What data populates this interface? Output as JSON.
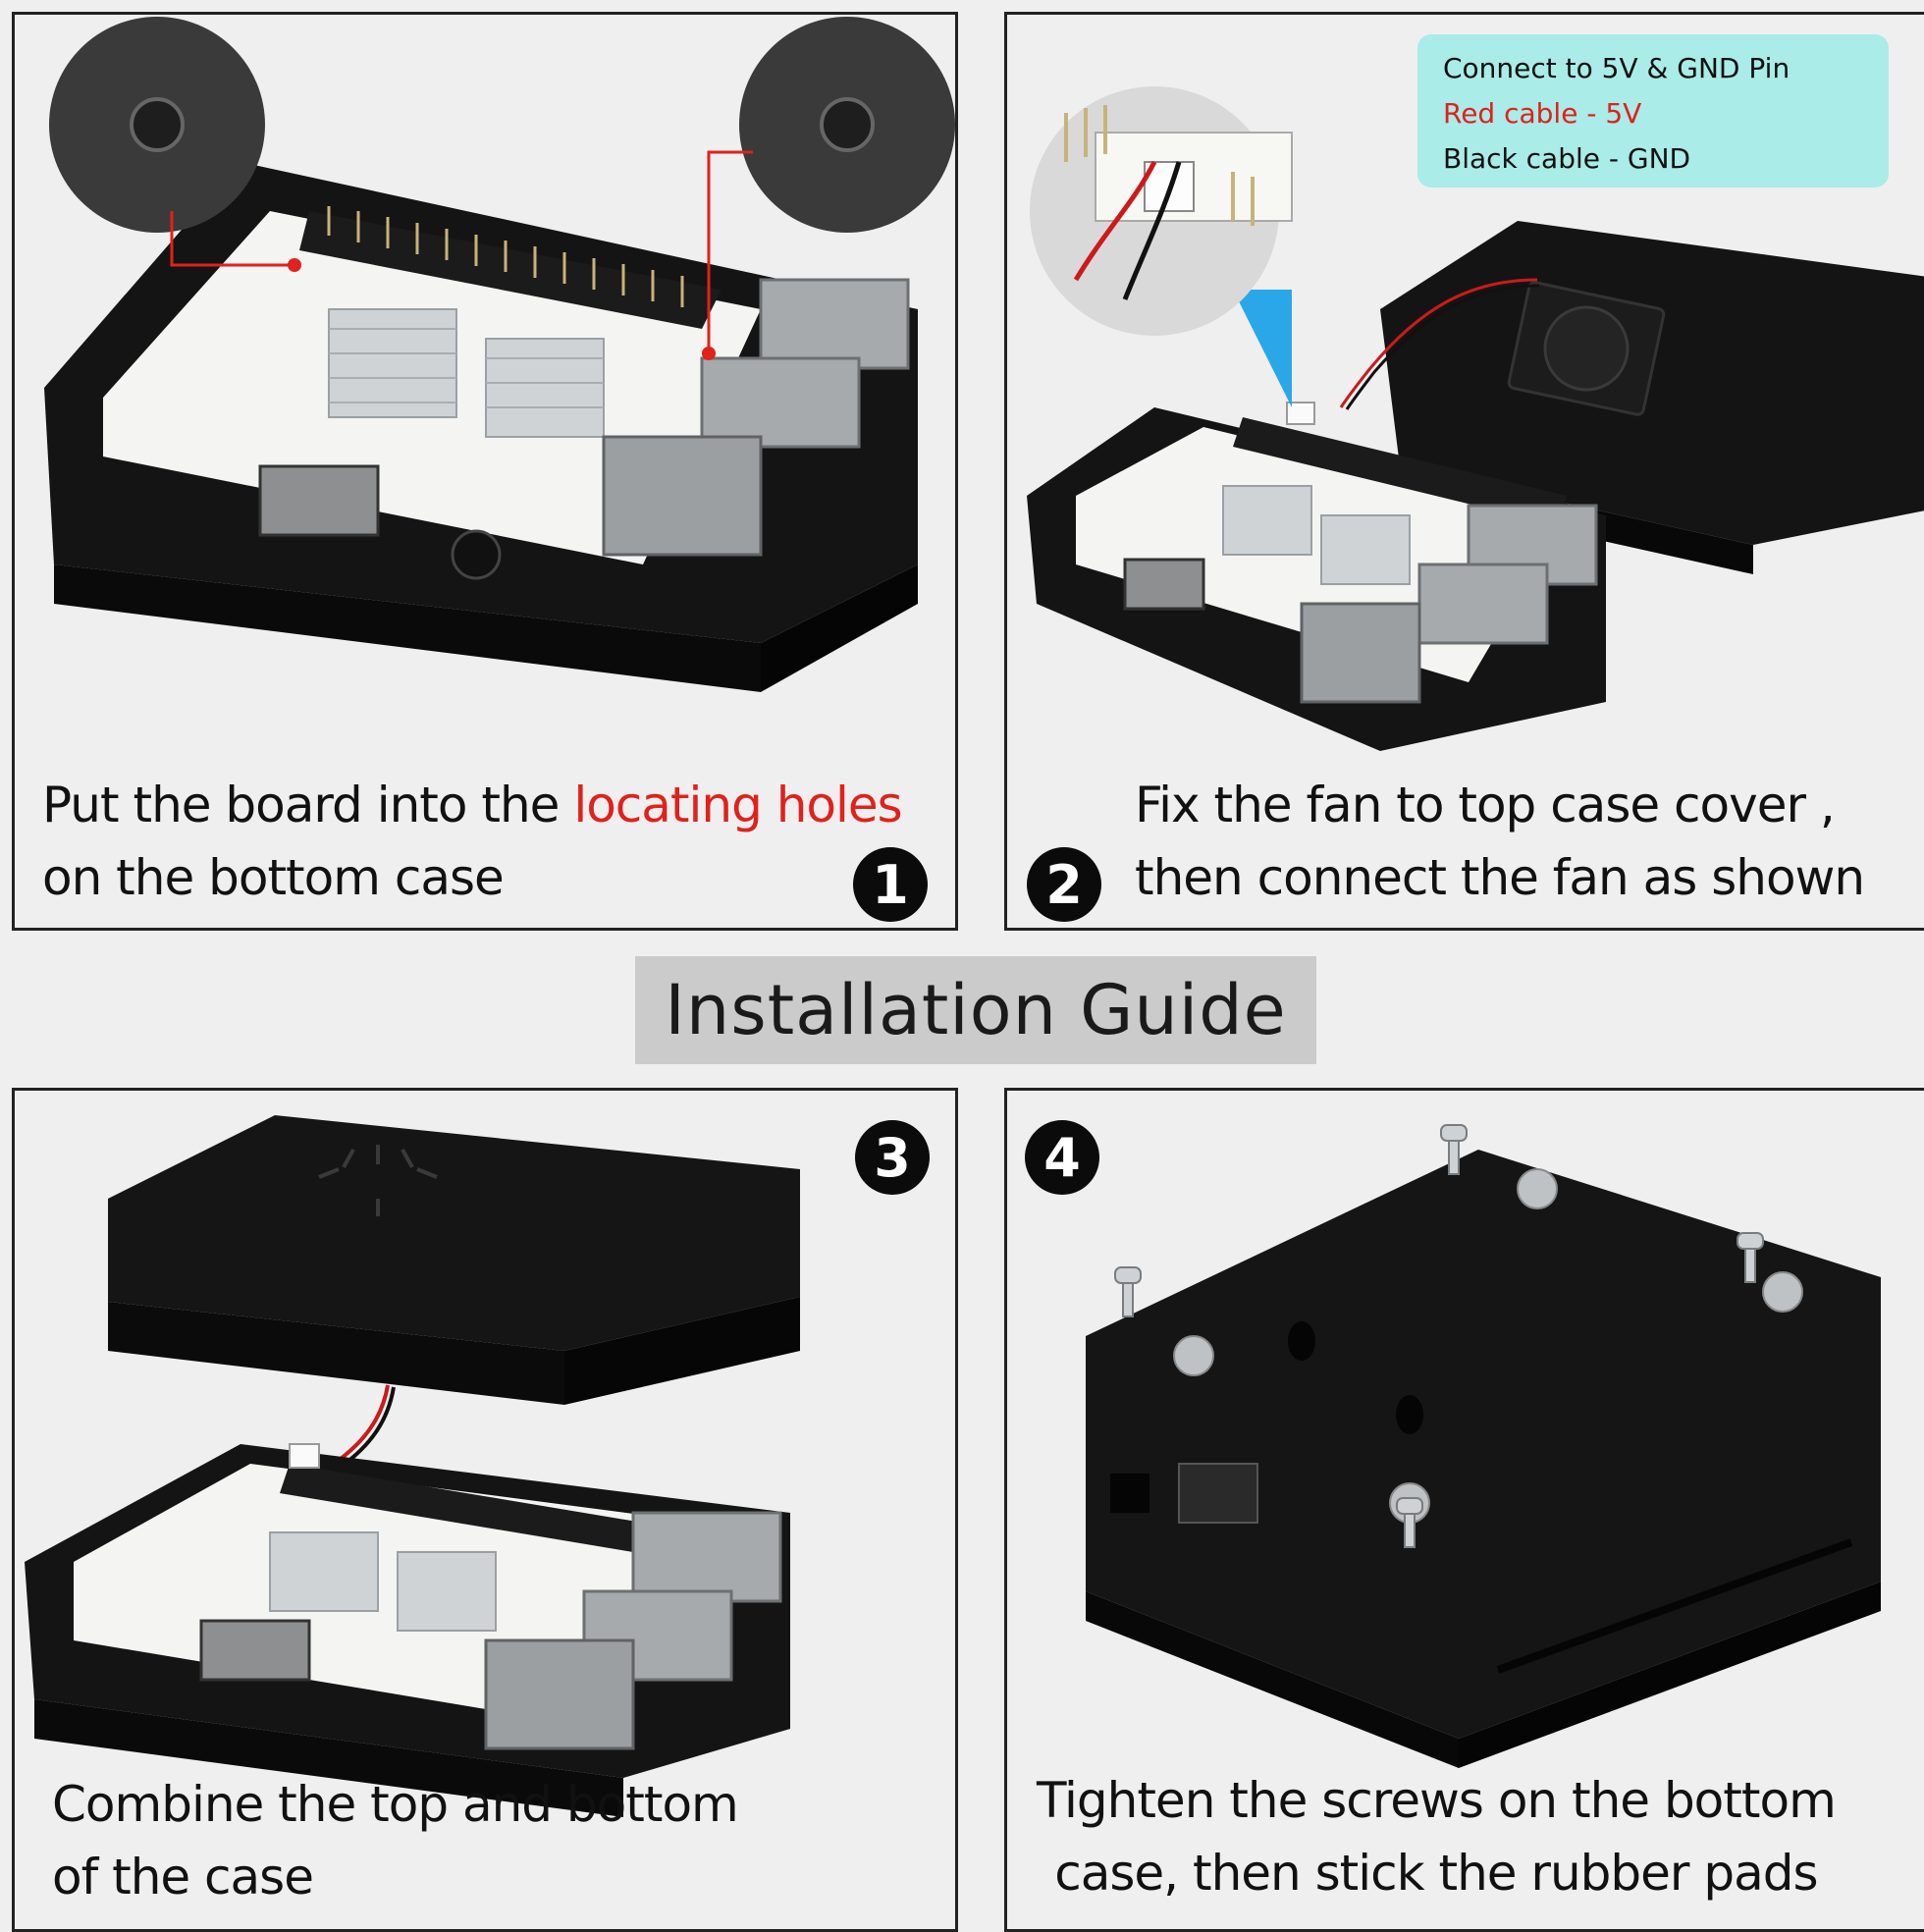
{
  "title": "Installation Guide",
  "steps": [
    {
      "number": "1",
      "line1_pre": "Put the board into the ",
      "line1_highlight": "locating holes",
      "line2": "on the bottom case"
    },
    {
      "number": "2",
      "line1": "Fix the fan to top case cover ,",
      "line2": "then connect the fan as shown",
      "note": {
        "line1": "Connect to 5V & GND Pin",
        "line2": "Red cable - 5V",
        "line3": "Black cable - GND"
      }
    },
    {
      "number": "3",
      "line1": "Combine the top and bottom",
      "line2": "of the case"
    },
    {
      "number": "4",
      "line1": "Tighten the screws on the bottom",
      "line2": "case, then stick the rubber pads"
    }
  ],
  "colors": {
    "highlight": "#e0211c",
    "note_background": "#a9ece8",
    "case": "#141414",
    "title_background": "#cbcbcb"
  }
}
